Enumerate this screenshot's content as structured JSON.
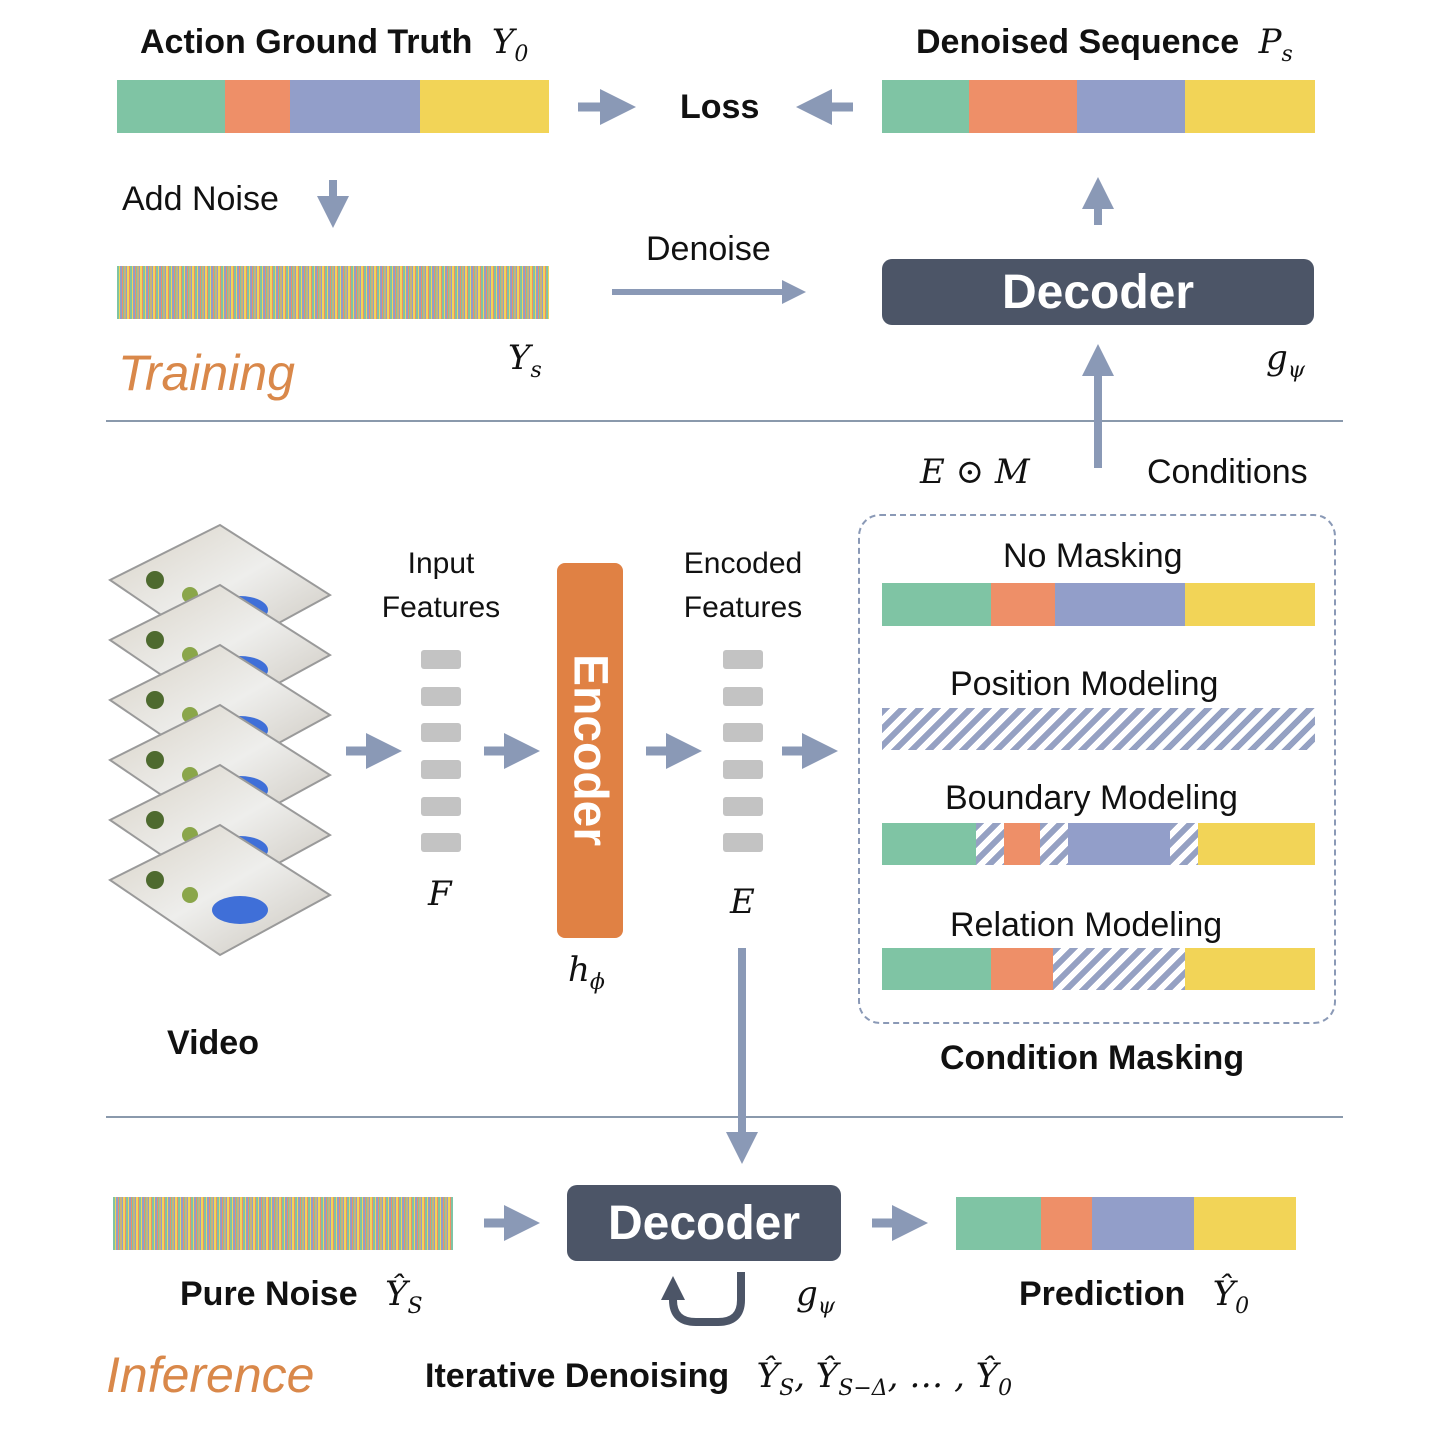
{
  "training": {
    "section_label": "Training",
    "gt_title": "Action Ground Truth",
    "gt_symbol": "Y",
    "gt_symbol_sub": "0",
    "denoised_title": "Denoised Sequence",
    "denoised_symbol": "P",
    "denoised_symbol_sub": "s",
    "loss_label": "Loss",
    "add_noise_label": "Add Noise",
    "denoise_label": "Denoise",
    "noisy_symbol": "Y",
    "noisy_symbol_sub": "s",
    "decoder_label": "Decoder",
    "decoder_symbol": "g",
    "decoder_symbol_sub": "ψ"
  },
  "middle": {
    "video_label": "Video",
    "input_features_line1": "Input",
    "input_features_line2": "Features",
    "input_symbol": "F",
    "encoder_label": "Encoder",
    "encoder_symbol": "h",
    "encoder_symbol_sub": "ϕ",
    "encoded_features_line1": "Encoded",
    "encoded_features_line2": "Features",
    "encoded_symbol": "E",
    "conditions_formula": "E ⊙ M",
    "conditions_label": "Conditions",
    "condition_masking_title": "Condition Masking",
    "masking_options": [
      "No Masking",
      "Position Modeling",
      "Boundary Modeling",
      "Relation Modeling"
    ]
  },
  "inference": {
    "section_label": "Inference",
    "pure_noise_label": "Pure Noise",
    "pure_noise_symbol": "Ŷ",
    "pure_noise_sub": "S",
    "decoder_label": "Decoder",
    "decoder_symbol": "g",
    "decoder_symbol_sub": "ψ",
    "prediction_label": "Prediction",
    "prediction_symbol": "Ŷ",
    "prediction_sub": "0",
    "iterative_label": "Iterative Denoising",
    "iterative_formula": "Ŷ",
    "iterative_f_sub1": "S",
    "iterative_f_sep1": ", Ŷ",
    "iterative_f_sub2": "S−Δ",
    "iterative_f_sep2": ", … , Ŷ",
    "iterative_f_sub3": "0"
  },
  "colors": {
    "green": "#7fc4a4",
    "orange": "#ee8f68",
    "blue": "#929ec9",
    "yellow": "#f2d457",
    "decoder": "#4c5567",
    "encoder": "#e08144",
    "arrow": "#8a99b6",
    "section_label": "#d9884a"
  }
}
